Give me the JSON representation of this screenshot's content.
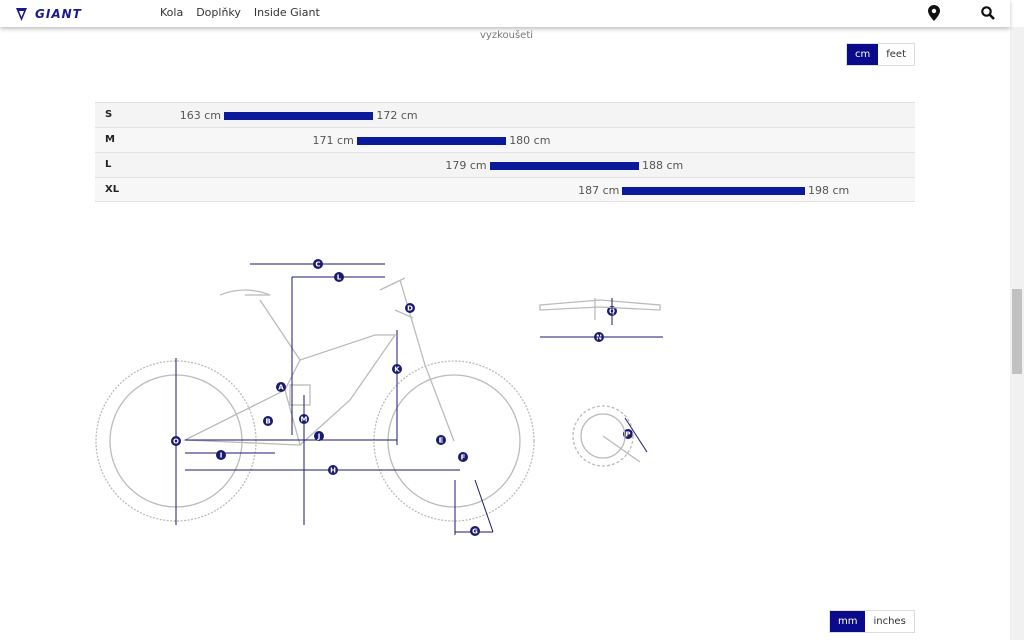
{
  "nav": {
    "logo": "GIANT",
    "items": [
      "Kola",
      "Doplňky",
      "Inside Giant"
    ],
    "icons": [
      "location-pin-icon",
      "search-icon"
    ]
  },
  "clipped_text": "vyzkoušeti",
  "height_units": {
    "options": [
      "cm",
      "feet"
    ],
    "selected": "cm"
  },
  "size_chart": [
    {
      "size": "S",
      "min": 163,
      "max": 172,
      "min_label": "163 cm",
      "max_label": "172 cm"
    },
    {
      "size": "M",
      "min": 171,
      "max": 180,
      "min_label": "171 cm",
      "max_label": "180 cm"
    },
    {
      "size": "L",
      "min": 179,
      "max": 188,
      "min_label": "179 cm",
      "max_label": "188 cm"
    },
    {
      "size": "XL",
      "min": 187,
      "max": 198,
      "min_label": "187 cm",
      "max_label": "198 cm"
    }
  ],
  "geometry_labels": [
    "A",
    "B",
    "C",
    "D",
    "E",
    "F",
    "G",
    "H",
    "I",
    "J",
    "K",
    "L",
    "M",
    "N",
    "O",
    "P",
    "Q"
  ],
  "geometry_units": {
    "options": [
      "mm",
      "inches"
    ],
    "selected": "mm"
  },
  "colors": {
    "accent": "#0a1a9a",
    "diagram": "#bbbbbb",
    "marker": "#1a1a6e"
  }
}
